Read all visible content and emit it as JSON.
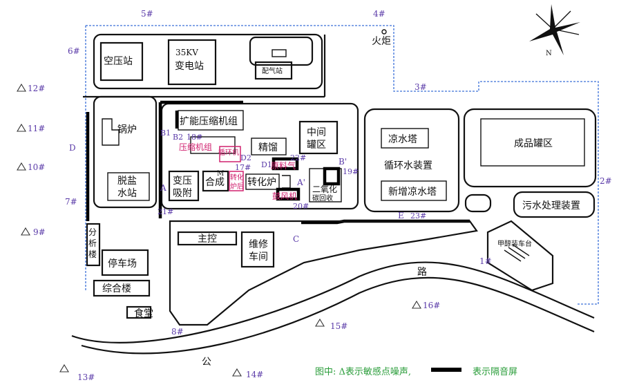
{
  "facilities": {
    "air_station": "空压站",
    "substation_1": "35KV",
    "substation_2": "变电站",
    "gas_station": "配气站",
    "boiler": "锅炉",
    "desalt_1": "脱盐",
    "desalt_2": "水站",
    "expansion_compressor": "扩能压缩机组",
    "compressor_unit": "压缩机组",
    "circ_machine": "循环机",
    "rectification": "精馏",
    "middle_tank_1": "中间",
    "middle_tank_2": "罐区",
    "psa_1": "变压",
    "psa_2": "吸附",
    "synthesis": "合成",
    "transform_furnace_1": "转化",
    "transform_furnace_2": "炉后",
    "reformer": "转化炉",
    "feed_gas": "原料气",
    "blower": "鼓风机",
    "co2_unit": "二氧化",
    "co2_recovery": "碳回收",
    "cooling_tower": "凉水塔",
    "circ_water": "循环水装置",
    "new_cooling_tower": "新增凉水塔",
    "product_tank": "成品罐区",
    "wastewater": "污水处理装置",
    "methanol_loading": "甲醇装车台",
    "main_control": "主控",
    "repair_1": "维修",
    "repair_2": "车间",
    "analysis": [
      "分",
      "析",
      "楼"
    ],
    "parking": "停车场",
    "complex_building": "综合楼",
    "canteen": "食堂",
    "torch": "火炬",
    "road_1": "路",
    "road_2": "公"
  },
  "monitor_points": {
    "p1": "1#",
    "p2": "2#",
    "p3": "3#",
    "p4": "4#",
    "p5": "5#",
    "p6": "6#",
    "p7": "7#",
    "p8": "8#",
    "p9": "9#",
    "p10": "10#",
    "p11": "11#",
    "p12": "12#",
    "p13": "13#",
    "p14": "14#",
    "p15": "15#",
    "p16": "16#",
    "p17": "17#",
    "p18": "18#",
    "p19": "19#",
    "p20": "20#",
    "p21": "21#",
    "p22": "22#",
    "p23": "23#"
  },
  "markers": {
    "a": "A",
    "a_prime": "A'",
    "b1": "B1",
    "b2": "B2",
    "b_prime": "B'",
    "c": "C",
    "d": "D",
    "d1": "D1",
    "d2": "D2",
    "e": "E",
    "m": "M"
  },
  "legend": {
    "prefix": "图中: Δ表示敏感点噪声,",
    "suffix": "表示隔音屏"
  },
  "colors": {
    "boundary": "#3a6fd8",
    "point_labels": "#5a3aa8",
    "highlight": "#d0206e",
    "legend_text": "#2a9d3a",
    "barrier": "#000000"
  },
  "icons": {
    "compass": "compass-rose-icon",
    "torch": "torch-icon"
  }
}
